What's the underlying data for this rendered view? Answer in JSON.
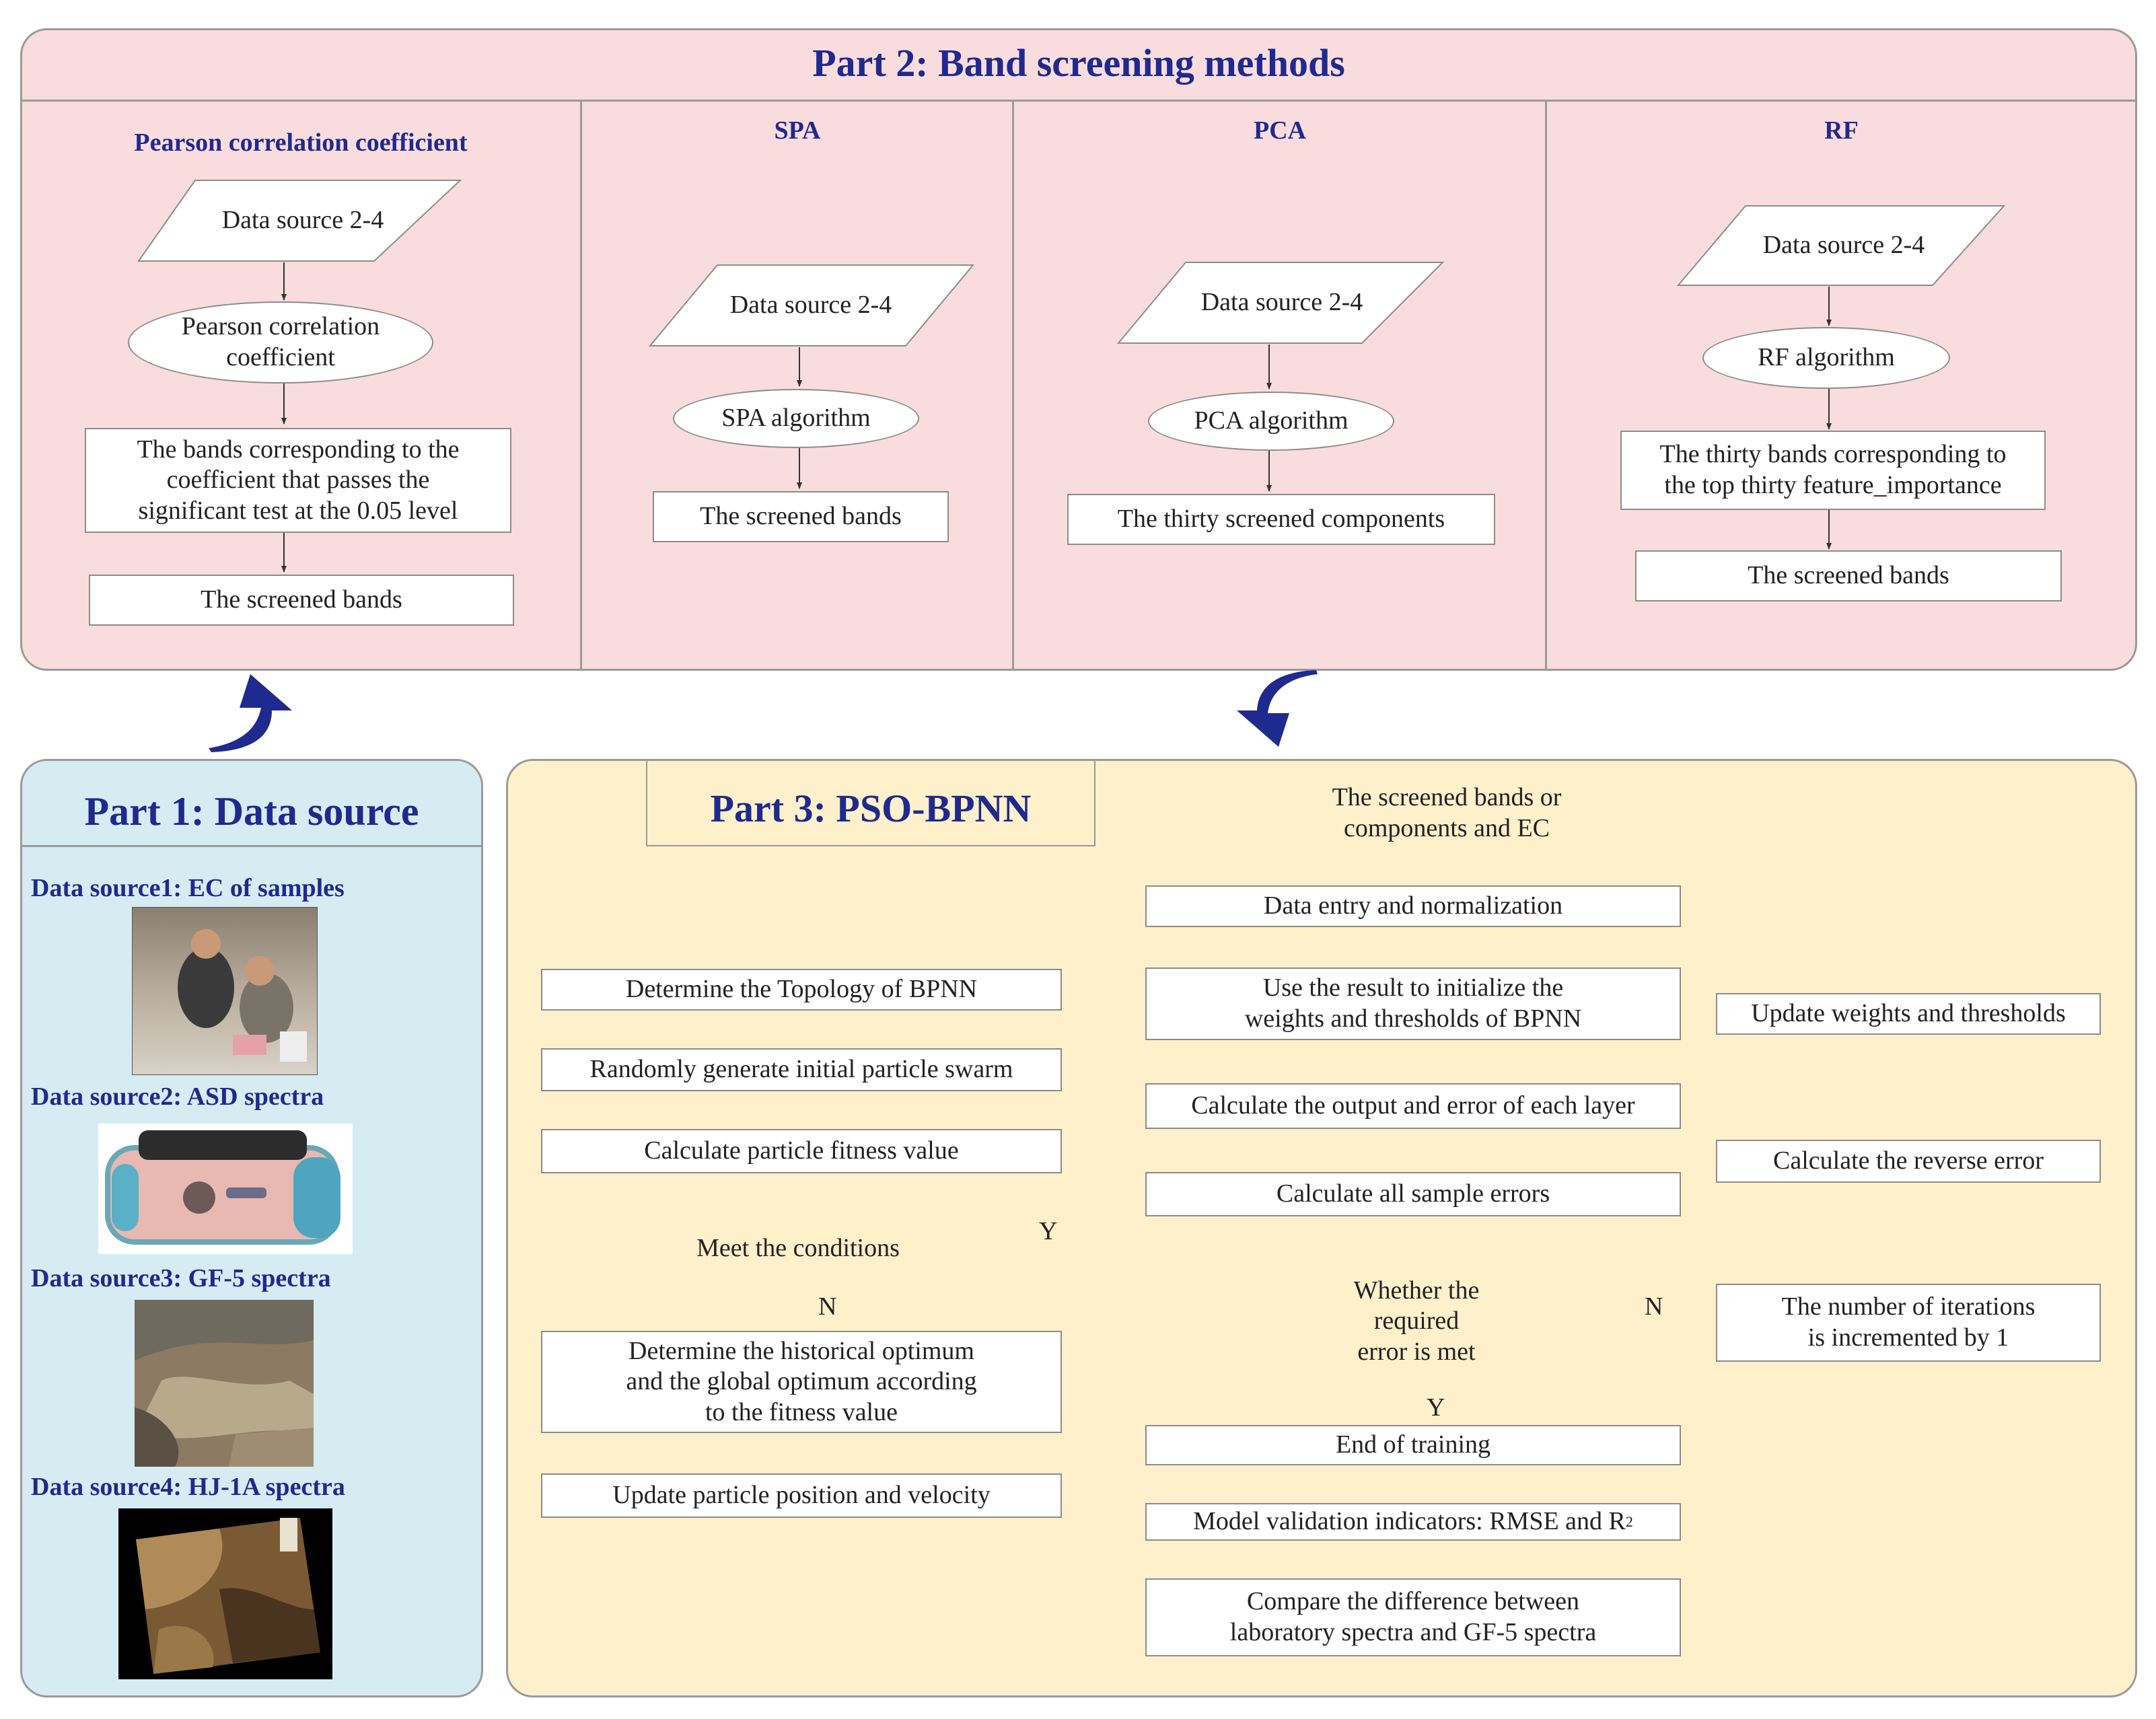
{
  "part2": {
    "title": "Part 2: Band screening methods",
    "pearson": {
      "title": "Pearson correlation coefficient",
      "input": "Data source 2-4",
      "method": "Pearson correlation\ncoefficient",
      "criteria": "The bands corresponding to the\ncoefficient that passes the\nsignificant test at the 0.05 level",
      "output": "The screened bands"
    },
    "spa": {
      "title": "SPA",
      "input": "Data source 2-4",
      "method": "SPA algorithm",
      "output": "The screened bands"
    },
    "pca": {
      "title": "PCA",
      "input": "Data source 2-4",
      "method": "PCA algorithm",
      "output": "The thirty screened components"
    },
    "rf": {
      "title": "RF",
      "input": "Data source 2-4",
      "method": "RF algorithm",
      "criteria": "The thirty bands corresponding to\nthe top thirty feature_importance",
      "output": "The screened bands"
    }
  },
  "part1": {
    "title": "Part 1: Data source",
    "sources": [
      {
        "label": "Data  source1: EC of samples"
      },
      {
        "label": "Data  source2: ASD spectra"
      },
      {
        "label": "Data  source3: GF-5 spectra"
      },
      {
        "label": "Data  source4: HJ-1A spectra"
      }
    ]
  },
  "part3": {
    "title": "Part 3: PSO-BPNN",
    "pso": {
      "topology": "Determine the Topology  of BPNN",
      "swarm": "Randomly generate initial particle swarm",
      "fitness": "Calculate particle fitness value",
      "condition": "Meet the conditions",
      "optimum": "Determine the historical optimum\nand the global optimum according\nto the fitness value",
      "update": "Update particle position and velocity",
      "yes": "Y",
      "no": "N"
    },
    "bpnn": {
      "input": "The screened bands or\ncomponents and EC",
      "normalize": "Data entry and normalization",
      "init": "Use the result to initialize the\nweights and thresholds of BPNN",
      "output_error": "Calculate the output and error of each layer",
      "sample_errors": "Calculate all sample errors",
      "decision": "Whether the\nrequired\nerror is met",
      "end": "End of training",
      "validation": "Model validation indicators: RMSE and R",
      "validation_sup": "2",
      "compare": "Compare the difference between\nlaboratory spectra and GF-5 spectra",
      "yes": "Y",
      "no": "N"
    },
    "loop": {
      "increment": "The number of iterations\nis incremented by 1",
      "reverse": "Calculate the reverse error",
      "update_weights": "Update weights and thresholds"
    }
  },
  "colors": {
    "part2_bg": "#f9dcdd",
    "part1_bg": "#d5ecf3",
    "part3_bg": "#fdf0cb",
    "title_color": "#1f2a8e",
    "curved_arrow": "#1f2a8e"
  }
}
